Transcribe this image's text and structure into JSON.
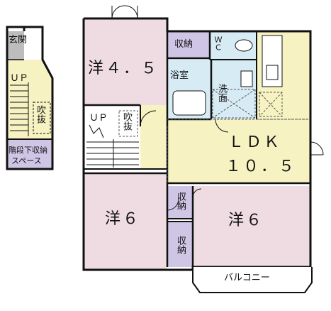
{
  "colors": {
    "wall": "#111111",
    "bedroom_pink": "#efdce3",
    "ldk_yellow": "#f6f2c2",
    "storage_purple": "#cfc6e6",
    "water_blue": "#d7ebf5",
    "entrance_gray": "#bdbdbd",
    "landing_yellow": "#f6f2c2"
  },
  "rooms": {
    "western_a": "洋４．５",
    "western_b": "洋６",
    "western_c": "洋６",
    "ldk_line1": "ＬＤＫ",
    "ldk_line2": "１０．５",
    "storage_1": "収納",
    "storage_2": "収納",
    "storage_3": "収納",
    "toilet": "ＷＣ",
    "bath": "浴室",
    "washroom": "洗面",
    "stair_void": "吹抜",
    "stair_up": "ＵＰ",
    "balcony": "バルコニー"
  },
  "left_plan": {
    "entrance": "玄関",
    "up": "ＵＰ",
    "void": "吹抜",
    "understair_line1": "階段下収納",
    "understair_line2": "スペース"
  }
}
